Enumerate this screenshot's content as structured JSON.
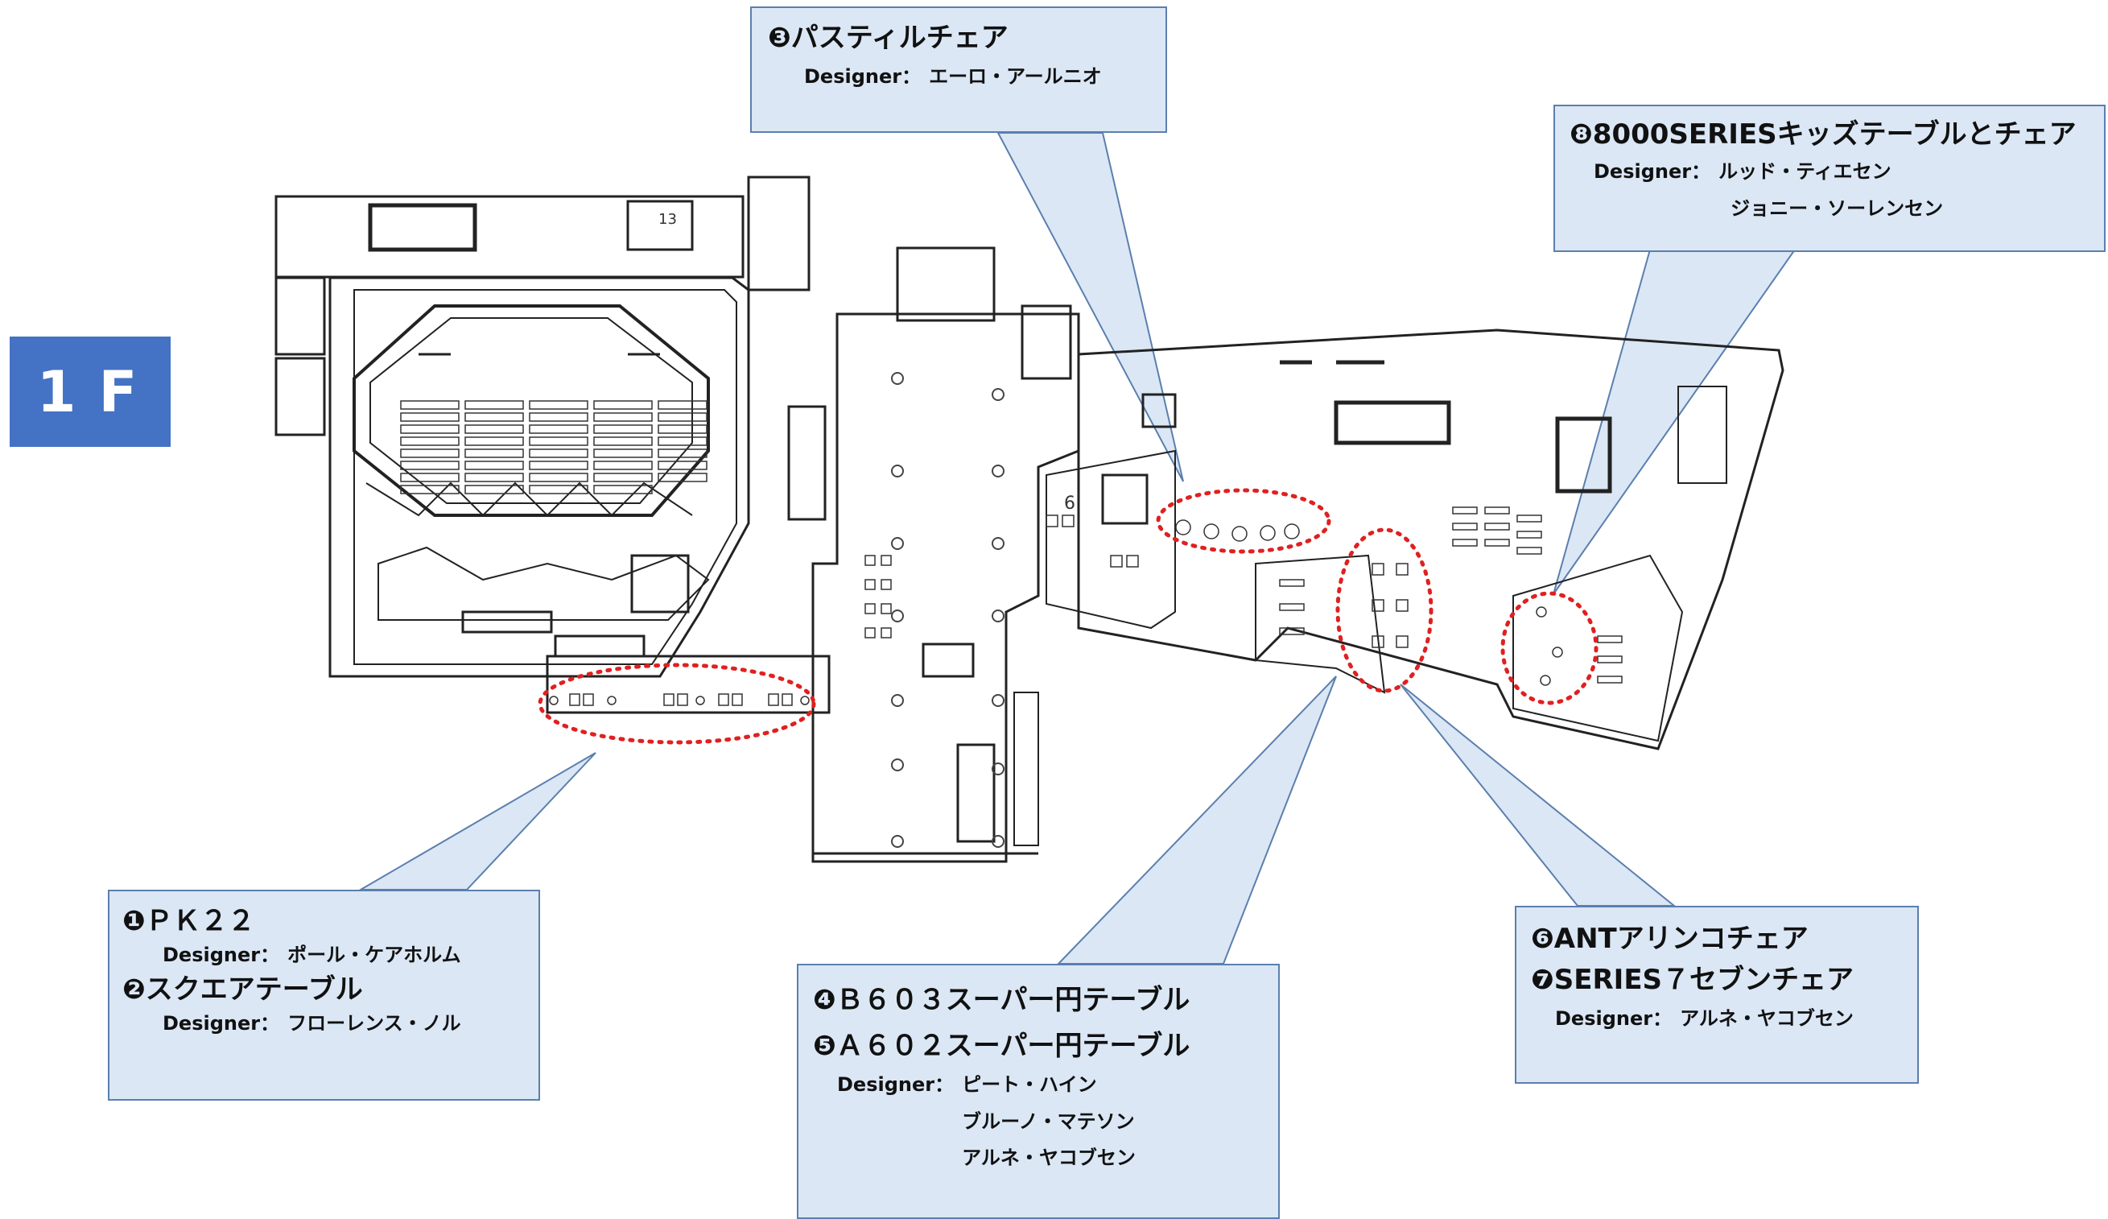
{
  "floor_label": "1F",
  "callouts": {
    "c1": {
      "title1": "❶ＰＫ２２",
      "designer_label": "Designer：",
      "designer1": "ポール・ケアホルム",
      "title2": "❷スクエアテーブル",
      "designer2": "フローレンス・ノル"
    },
    "c3": {
      "title": "❸パスティルチェア",
      "designer_label": "Designer：",
      "designer": "エーロ・アールニオ"
    },
    "c4": {
      "title1": "❹Ｂ６０３スーパー円テーブル",
      "title2": "❺Ａ６０２スーパー円テーブル",
      "designer_label": "Designer：",
      "designers": [
        "ピート・ハイン",
        "ブルーノ・マテソン",
        "アルネ・ヤコブセン"
      ]
    },
    "c6": {
      "title1": "❻ANTアリンコチェア",
      "title2": "❼SERIES７セブンチェア",
      "designer_label": "Designer：",
      "designer": "アルネ・ヤコブセン"
    },
    "c8": {
      "title": "❽8000SERIESキッズテーブルとチェア",
      "designer_label": "Designer：",
      "designers": [
        "ルッド・ティエセン",
        "ジョニー・ソーレンセン"
      ]
    }
  },
  "plan_labels": {
    "room_6": "6",
    "room_13": "13"
  },
  "colors": {
    "badge": "#4472c4",
    "callout_fill": "#dbe7f5",
    "callout_border": "#5b7fae",
    "highlight": "#e02020",
    "wall": "#222222"
  }
}
